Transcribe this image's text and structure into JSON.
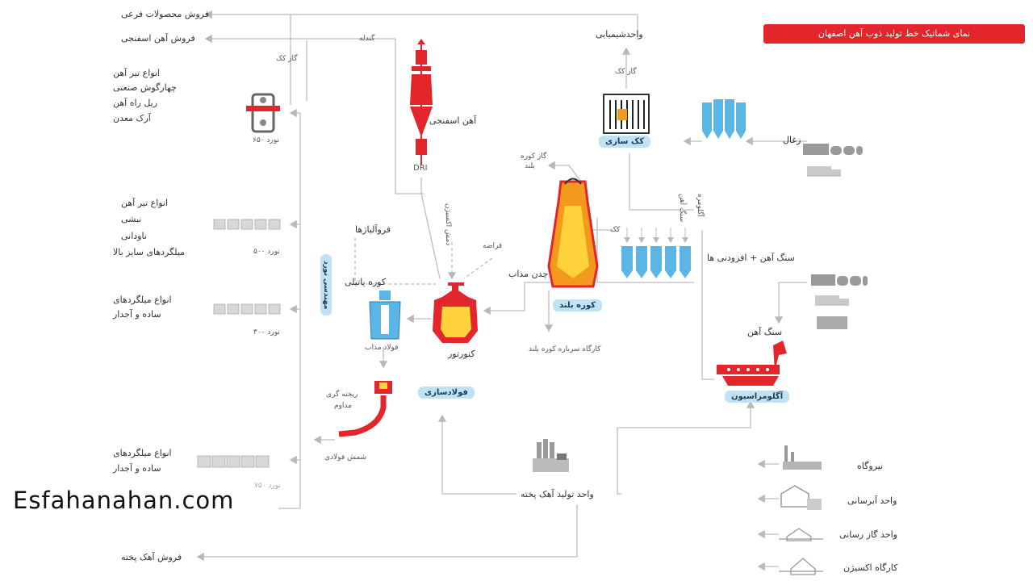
{
  "title": "نمای شماتیک خط تولید ذوب آهن اصفهان",
  "watermark": "Esfahanahan.com",
  "labels": {
    "sales_byproducts": "فروش محصولات فرعی",
    "sales_sponge_iron": "فروش آهن اسفنجی",
    "coke_gas_left": "گاز کک",
    "pellet": "گندله",
    "chemical_unit": "واحدشیمیایی",
    "coke_gas_right": "گاز کک",
    "products_650": [
      "انواع تیر آهن",
      "چهارگوش صنعتی",
      "ریل راه آهن",
      "آرک معدن"
    ],
    "mill_650": "نورد ۶۵۰",
    "sponge_iron": "آهن اسفنجی",
    "dri": "DRI",
    "coke_making": "کک سازی",
    "coal": "زغال",
    "blast_gas": [
      "گاز کوره",
      "بلند"
    ],
    "products_500": [
      "انواع تیر آهن",
      "نبشی",
      "ناودانی",
      "میلگردهای سایز بالا"
    ],
    "mill_500": "نورد ۵۰۰",
    "ferroalloys": "فروآلیاژها",
    "oxygen_blow": "دمش اکسیژن",
    "scrap": "قراضه",
    "hot_metal": "چدن مذاب",
    "coke": "کک",
    "iron_ore_left": "سنگ آهن",
    "sinter": "آگلومره",
    "ore_additives": "سنگ آهن + افزودنی ها",
    "ladle_furnace": "کوره پاتیلی",
    "products_300": [
      "انواع میلگردهای",
      "ساده و آجدار"
    ],
    "mill_300": "نورد ۳۰۰",
    "rolling_pill": "مهندسی نورد",
    "blast_furnace": "کوره بلند",
    "molten_steel": "فولاد مذاب",
    "converter": "کنورتور",
    "bf_slag_workshop": "کارگاه سرباره کوره بلند",
    "iron_ore_right": "سنگ آهن",
    "continuous_casting": [
      "ریخته گری",
      "مداوم"
    ],
    "steelmaking": "فولادسازی",
    "sintering": "آگلومراسیون",
    "steel_billet": "شمش فولادی",
    "products_750": [
      "انواع میلگردهای",
      "ساده و آجدار"
    ],
    "mill_750": "نورد ۷۵۰",
    "power_plant": "نیروگاه",
    "water_supply": "واحد آبرسانی",
    "lime_unit": "واحد تولید آهک پخته",
    "gas_supply": "واحد گاز رسانی",
    "oxygen_plant": "کارگاه اکسیژن",
    "sales_lime": "فروش آهک پخته"
  },
  "colors": {
    "accent_red": "#e3262c",
    "furnace_orange": "#f39a1e",
    "furnace_yellow": "#ffd23c",
    "unit_blue": "#5bb6e6",
    "pill_blue": "#bfe3f2",
    "line_gray": "#b8b8b8"
  },
  "icons": [
    "rolling-mill-icon",
    "shaft-furnace-icon",
    "blast-furnace-icon",
    "converter-icon",
    "ladle-icon",
    "coke-oven-icon",
    "silo-icon",
    "sinter-machine-icon",
    "lime-kiln-icon",
    "train-icon",
    "truck-icon",
    "power-plant-icon",
    "water-plant-icon",
    "gas-plant-icon",
    "oxygen-plant-icon"
  ]
}
